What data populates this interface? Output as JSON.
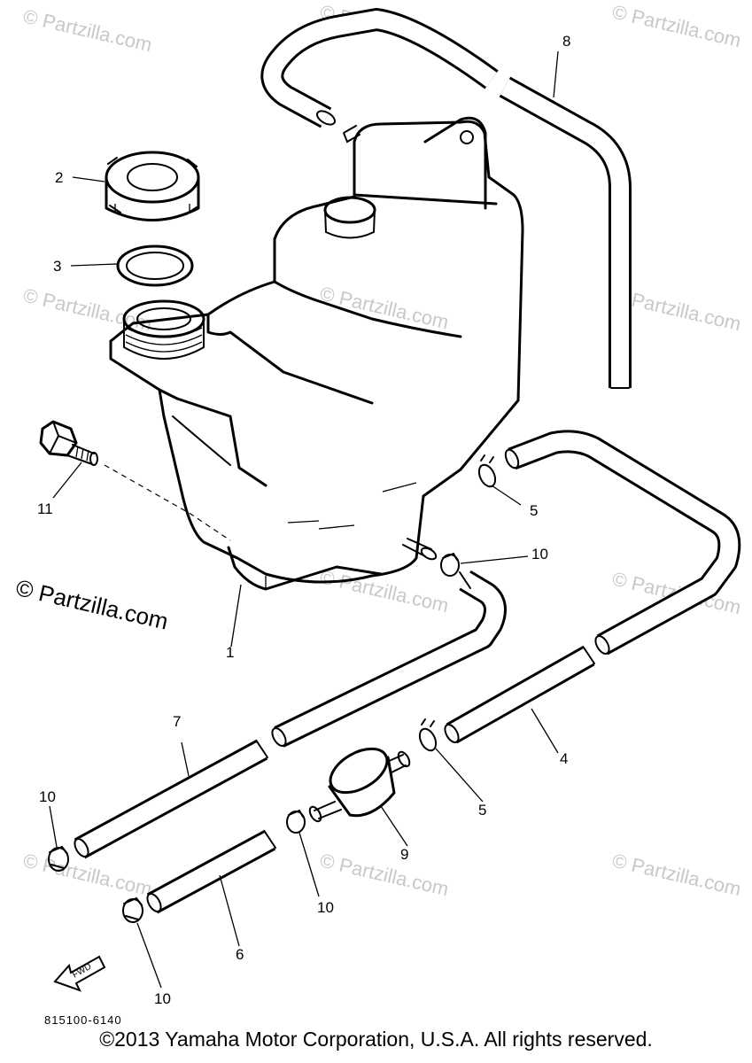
{
  "watermark": "© Partzilla.com",
  "watermark_main": "© Partzilla.com",
  "part_numbers": {
    "p1": "1",
    "p2": "2",
    "p3": "3",
    "p4": "4",
    "p5a": "5",
    "p5b": "5",
    "p6": "6",
    "p7": "7",
    "p8": "8",
    "p9": "9",
    "p10a": "10",
    "p10b": "10",
    "p10c": "10",
    "p10d": "10",
    "p11": "11"
  },
  "fwd_label": "FWD",
  "drawing_code": "815100-6140",
  "copyright": "©2013 Yamaha Motor Corporation, U.S.A. All rights reserved."
}
